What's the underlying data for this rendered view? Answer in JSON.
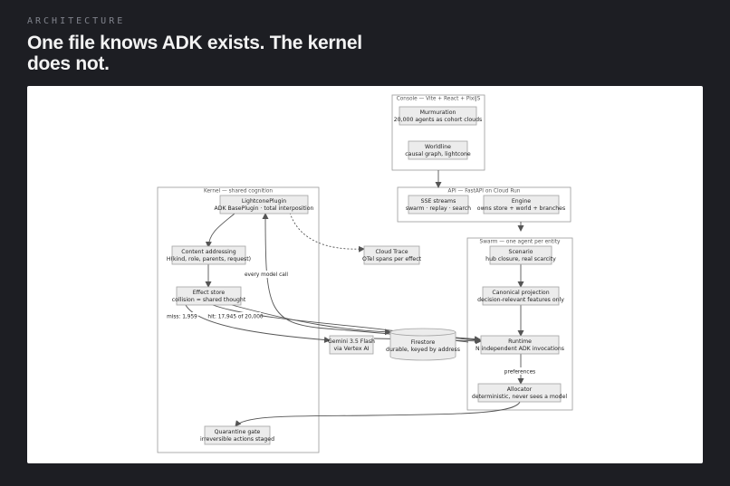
{
  "header": {
    "eyebrow": "ARCHITECTURE",
    "title": "One file knows ADK exists. The kernel does not."
  },
  "diagram": {
    "groups": {
      "console": "Console — Vite + React + PixiJS",
      "api": "API — FastAPI on Cloud Run",
      "kernel": "Kernel — shared cognition",
      "swarm": "Swarm — one agent per entity"
    },
    "nodes": {
      "murmuration": [
        "Murmuration",
        "20,000 agents as cohort clouds"
      ],
      "worldline": [
        "Worldline",
        "causal graph, lightcone"
      ],
      "sse": [
        "SSE streams",
        "swarm · replay · search"
      ],
      "engine": [
        "Engine",
        "owns store + world + branches"
      ],
      "lightcone_plugin": [
        "LightconePlugin",
        "ADK BasePlugin · total interposition"
      ],
      "content_addressing": [
        "Content addressing",
        "H(kind, role, parents, request)"
      ],
      "effect_store": [
        "Effect store",
        "collision = shared thought"
      ],
      "cloud_trace": [
        "Cloud Trace",
        "OTel spans per effect"
      ],
      "gemini": [
        "Gemini 3.5 Flash",
        "via Vertex AI"
      ],
      "firestore": [
        "Firestore",
        "durable, keyed by address"
      ],
      "scenario": [
        "Scenario",
        "hub closure, real scarcity"
      ],
      "canonical": [
        "Canonical projection",
        "decision-relevant features only"
      ],
      "runtime": [
        "Runtime",
        "N independent ADK invocations"
      ],
      "allocator": [
        "Allocator",
        "deterministic, never sees a model"
      ],
      "quarantine": [
        "Quarantine gate",
        "irreversible actions staged"
      ]
    },
    "edge_labels": {
      "every_model_call": "every model call",
      "miss": "miss: 1,959",
      "hit": "hit: 17,945 of 20,000",
      "preferences": "preferences"
    }
  },
  "colors": {
    "background": "#1d1e23",
    "panel": "#ffffff",
    "node_fill": "#ececec",
    "edge": "#555555"
  }
}
